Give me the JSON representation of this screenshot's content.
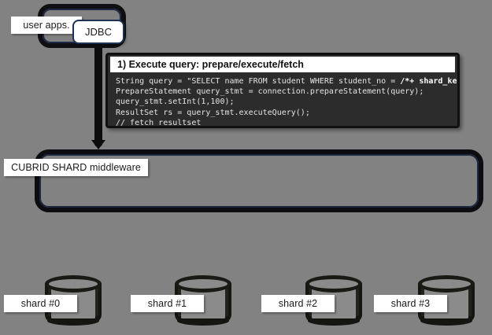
{
  "diagram": {
    "background_color": "#828282",
    "accent_border_color": "#1e2a44",
    "outline_color": "#0d0d10"
  },
  "user_apps": {
    "label": "user apps.",
    "jdbc_label": "JDBC"
  },
  "code_callout": {
    "title": "1) Execute query: prepare/execute/fetch",
    "lines": [
      "String query = \"SELECT name FROM student WHERE student_no = /*+ shard_key */ ?; \";",
      "PrepareStatement query_stmt = connection.prepareStatement(query);",
      "query_stmt.setInt(1,100);",
      "ResultSet rs = query_stmt.executeQuery();",
      "// fetch resultset"
    ],
    "line1_prefix": "String query = \"SELECT name FROM student WHERE student_no = ",
    "line1_hint": "/*+ shard_key */",
    "line1_suffix": " ?; \";",
    "background_color": "#2c2c2c",
    "text_color": "#e4e4e4"
  },
  "middleware": {
    "label": "CUBRID SHARD middleware"
  },
  "shards": [
    {
      "label": "shard #0"
    },
    {
      "label": "shard #1"
    },
    {
      "label": "shard #2"
    },
    {
      "label": "shard #3"
    }
  ]
}
